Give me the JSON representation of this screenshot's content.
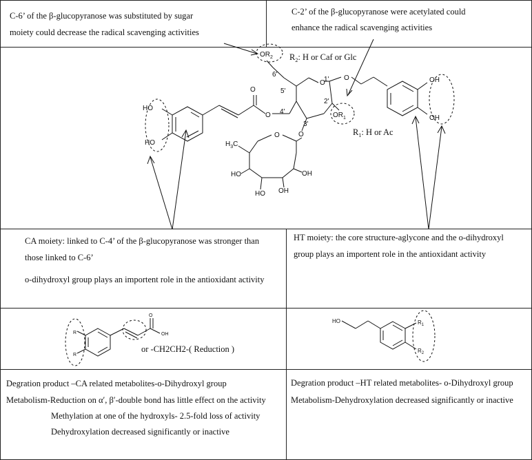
{
  "top_left_note": {
    "line1": "C-6’ of the β-glucopyranose was substituted by sugar",
    "line2": "moiety could decrease the radical scavenging activities"
  },
  "top_right_note": {
    "line1": "C-2’ of the β-glucopyranose were acetylated could",
    "line2": "enhance the radical scavenging activities"
  },
  "structure": {
    "r2_label": "R",
    "r2_sub": "2",
    "r2_options": ": H or Caf or Glc",
    "r1_label": "R",
    "r1_sub": "1",
    "r1_options": ": H or Ac",
    "or2": "OR",
    "or2_sub": "2",
    "or1": "OR",
    "or1_sub": "1",
    "pos_6": "6'",
    "pos_5": "5'",
    "pos_4": "4'",
    "pos_3": "3'",
    "pos_2": "2'",
    "pos_1": "1'",
    "oh_label": "OH",
    "ho_label": "HO",
    "ho_partial": "HO",
    "ho_cut": "HO",
    "ch3_label": "H",
    "ch3_sub": "3",
    "ch3_c": "C",
    "o_label": "O"
  },
  "ca_box": {
    "line1": "CA moiety:  linked to C-4’ of the β-glucopyranose was stronger than",
    "line2": "those linked to C-6’",
    "line3": "o-dihydroxyl group plays an importent role in the antioxidant activity"
  },
  "ht_box": {
    "line1": "HT moiety: the core structure-aglycone and the o-dihydroxyl",
    "line2": "group plays an importent role in the antioxidant activity"
  },
  "ca_metabolite": {
    "r1": "R",
    "r2": "R",
    "oh": "OH",
    "o": "O",
    "reduction_text": "or -CH2CH2-( Reduction )"
  },
  "ht_metabolite": {
    "ho": "HO",
    "r1": "R",
    "r1_sub": "1",
    "r2": "R",
    "r2_sub": "2"
  },
  "ca_degradation": {
    "line1": "Degration product –CA related metabolites-o-Dihydroxyl  group",
    "line2": "Metabolism-Reduction on α′, β′-double bond has little effect on the activity",
    "line3": "Methylation at one of the hydroxyls- 2.5-fold loss of activity",
    "line4": "Dehydroxylation decreased significantly or inactive"
  },
  "ht_degradation": {
    "line1": "Degration product –HT related metabolites- o-Dihydroxyl  group",
    "line2": "Metabolism-Dehydroxylation decreased significantly or inactive"
  }
}
